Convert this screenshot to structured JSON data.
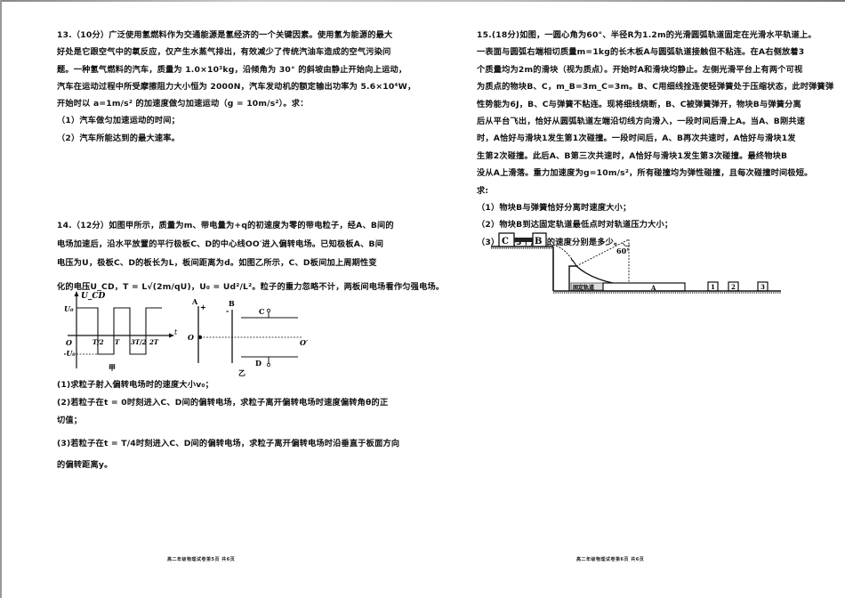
{
  "left_page": {
    "q13": {
      "lines": [
        "13.（10分）广泛使用氢燃料作为交通能源是氢经济的一个关键因素。使用氢为能源的最大",
        "好处是它跟空气中的氧反应，仅产生水蒸气排出，有效减少了传统汽油车造成的空气污染问",
        "题。一种氢气燃料的汽车，质量为 1.0×10³kg，沿倾角为 30° 的斜坡由静止开始向上运动，",
        "汽车在运动过程中所受摩擦阻力大小恒为 2000N，汽车发动机的额定输出功率为 5.6×10⁴W，",
        "开始时以 a=1m/s² 的加速度做匀加速运动（g = 10m/s²）。求："
      ],
      "subs": [
        "（1）汽车做匀加速运动的时间；",
        "（2）汽车所能达到的最大速率。"
      ]
    },
    "q14": {
      "lines": [
        "14.（12分）如图甲所示，质量为m、带电量为+q的初速度为零的带电粒子，经A、B间的",
        "电场加速后，沿水平放置的平行极板C、D的中心线OO′进入偏转电场。已知极板A、B间",
        "电压为U，极板C、D的板长为L，板间距离为d。如图乙所示，C、D板间加上周期性变",
        "化的电压U_CD，T = L√(2m/qU)，U₀ = Ud²/L²。粒子的重力忽略不计，两板间电场看作匀强电场。"
      ],
      "subs": [
        "(1)求粒子射入偏转电场时的速度大小v₀；",
        "(2)若粒子在t = 0时刻进入C、D间的偏转电场，求粒子离开偏转电场时速度偏转角θ的正",
        "切值；",
        "(3)若粒子在t = T/4时刻进入C、D间的偏转电场，求粒子离开偏转电场时沿垂直于板面方向",
        "的偏转距离y。"
      ],
      "fig_jia": {
        "y_axis": "U_CD",
        "x_axis": "t",
        "origin": "O",
        "levels": [
          "U₀",
          "-U₀"
        ],
        "ticks": [
          "T/2",
          "T",
          "3T/2",
          "2T"
        ],
        "caption": "甲"
      },
      "fig_yi": {
        "labels": [
          "A",
          "+",
          "B",
          "-",
          "C",
          "D",
          "O",
          "O′"
        ],
        "caption": "乙"
      }
    },
    "footer": "高二年级物理试卷第5页 共6页"
  },
  "right_page": {
    "q15": {
      "lines": [
        "15.(18分)如图，一圆心角为60°、半径R为1.2m的光滑圆弧轨道固定在光滑水平轨道上。",
        "一表面与圆弧右端相切质量m=1kg的长木板A与圆弧轨道接触但不粘连。在A右侧放着3",
        "个质量均为2m的滑块（视为质点）。开始时A和滑块均静止。左侧光滑平台上有两个可视",
        "为质点的物块B、C，m_B=3m_C=3m。B、C用细线拴连使轻弹簧处于压缩状态，此时弹簧弹",
        "性势能为6J，B、C与弹簧不粘连。现将细线烧断，B、C被弹簧弹开，物块B与弹簧分离",
        "后从平台飞出，恰好从圆弧轨道左端沿切线方向滑入，一段时间后滑上A。当A、B刚共速",
        "时，A恰好与滑块1发生第1次碰撞。一段时间后，A、B再次共速时，A恰好与滑块1发",
        "生第2次碰撞。此后A、B第三次共速时，A恰好与滑块1发生第3次碰撞。最终物块B",
        "没从A上滑落。重力加速度为g=10m/s²，所有碰撞均为弹性碰撞，且每次碰撞时间极短。",
        "求:"
      ],
      "subs": [
        "（1）物块B与弹簧恰好分离时速度大小；",
        "（2）物块B到达固定轨道最低点时对轨道压力大小；",
        "（3）最终3个滑块的速度分别是多少。"
      ],
      "figure": {
        "blocks": [
          "C",
          "B"
        ],
        "angle": "60°",
        "track_label": "固定轨道",
        "board": "A",
        "sliders": [
          "1",
          "2",
          "3"
        ]
      }
    },
    "footer": "高二年级物理试卷第6页 共6页"
  }
}
